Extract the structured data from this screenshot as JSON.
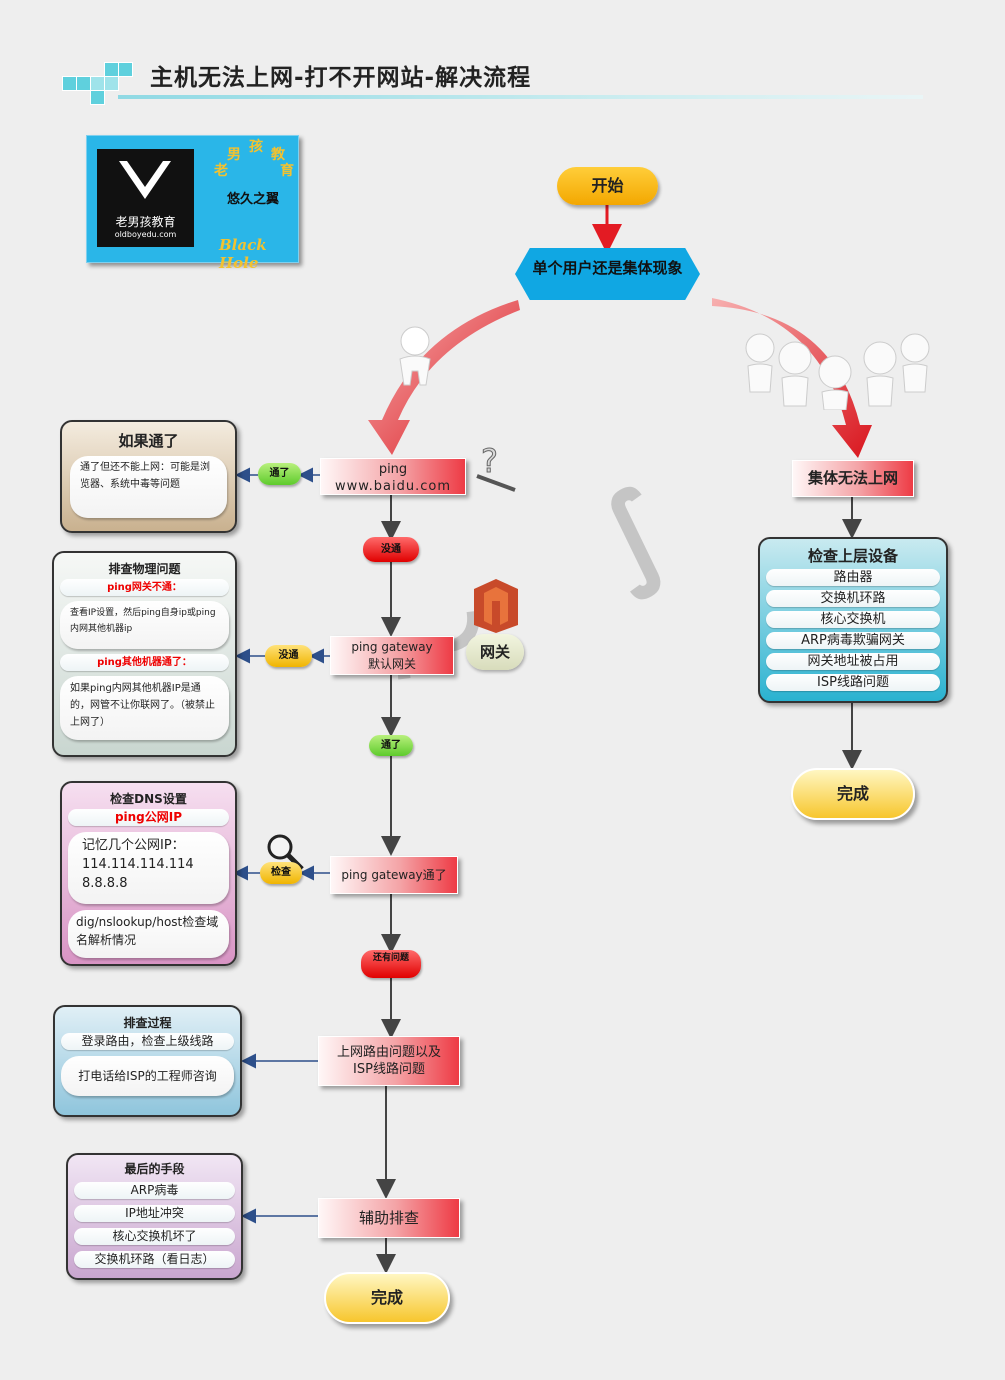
{
  "title": "主机无法上网-打不开网站-解决流程",
  "logo": {
    "brand": "老男孩教育",
    "domain": "oldboyedu.com",
    "chars": [
      "男",
      "孩",
      "教",
      "老",
      "育"
    ],
    "motto": "悠久之翼",
    "script": "Black Hole"
  },
  "flow": {
    "start": "开始",
    "decision": "单个用户还是集体现象",
    "ping": {
      "line1": "ping",
      "line2": "www.baidu.com"
    },
    "tag_ok": "通了",
    "tag_fail": "没通",
    "gateway": {
      "line1": "ping gateway",
      "line2": "默认网关"
    },
    "gateway_label": "网关",
    "tag_gw_fail": "没通",
    "tag_gw_ok": "通了",
    "gateway_ok": "ping gateway通了",
    "tag_check": "检查",
    "tag_still": "还有问题",
    "route": {
      "line1": "上网路由问题以及",
      "line2": "ISP线路问题"
    },
    "assist": "辅助排查",
    "done_left": "完成",
    "group": "集体无法上网",
    "done_right": "完成"
  },
  "panel_if_ok": {
    "title": "如果通了",
    "text": "通了但还不能上网：可能是浏览器、系统中毒等问题"
  },
  "panel_physical": {
    "title": "排查物理问题",
    "sub1": "ping网关不通：",
    "text1": "查看IP设置，然后ping自身ip或ping内网其他机器ip",
    "sub2": "ping其他机器通了：",
    "text2": "如果ping内网其他机器IP是通的，网管不让你联网了。（被禁止上网了）"
  },
  "panel_dns": {
    "title": "检查DNS设置",
    "sub": "ping公网IP",
    "text1": "记忆几个公网IP：",
    "ip1": "114.114.114.114",
    "ip2": "8.8.8.8",
    "text2": "dig/nslookup/host检查域名解析情况"
  },
  "panel_process": {
    "title": "排查过程",
    "row1": "登录路由，检查上级线路",
    "row2": "打电话给ISP的工程师咨询"
  },
  "panel_last": {
    "title": "最后的手段",
    "rows": [
      "ARP病毒",
      "IP地址冲突",
      "核心交换机坏了",
      "交换机环路（看日志）"
    ]
  },
  "panel_upper": {
    "title": "检查上层设备",
    "rows": [
      "路由器",
      "交换机环路",
      "核心交换机",
      "ARP病毒欺骗网关",
      "网关地址被占用",
      "ISP线路问题"
    ]
  },
  "colors": {
    "accent": "#10a7e3",
    "red": "#ee3b45",
    "yellow": "#f3a700",
    "green": "#5ecb2c"
  }
}
